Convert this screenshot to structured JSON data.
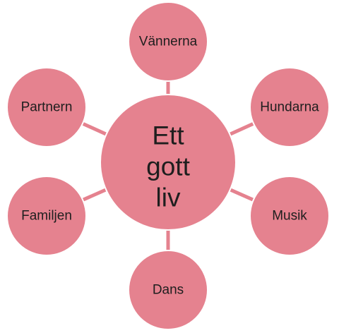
{
  "center": {
    "lines": [
      "Ett",
      "gott",
      "liv"
    ]
  },
  "nodes": [
    {
      "id": "vannerna",
      "label": "Vännerna"
    },
    {
      "id": "hundarna",
      "label": "Hundarna"
    },
    {
      "id": "musik",
      "label": "Musik"
    },
    {
      "id": "dans",
      "label": "Dans"
    },
    {
      "id": "familjen",
      "label": "Familjen"
    },
    {
      "id": "partnern",
      "label": "Partnern"
    }
  ],
  "colors": {
    "node_fill": "#e5828f",
    "node_stroke": "#ffffff",
    "connector": "#e5828f",
    "text": "#1e1e1e"
  }
}
